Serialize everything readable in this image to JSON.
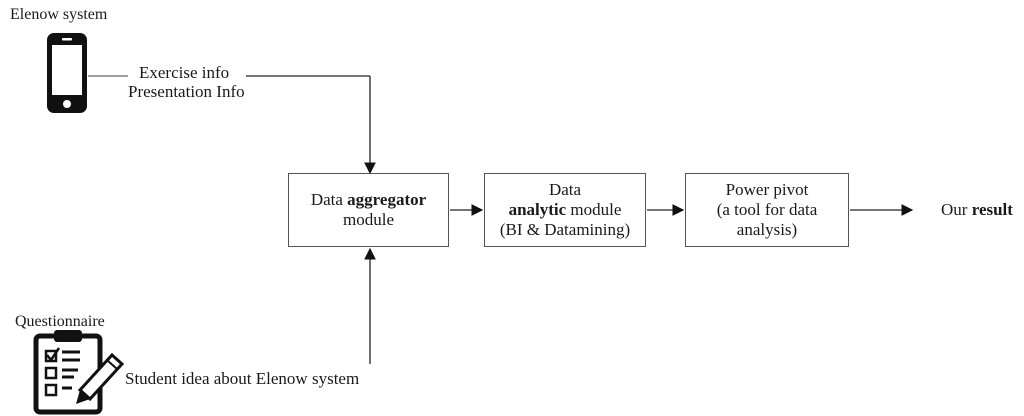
{
  "sources": {
    "phone_label": "Elenow system",
    "phone_output_line1": "Exercise info",
    "phone_output_line2": "Presentation Info",
    "questionnaire_label": "Questionnaire",
    "questionnaire_output": "Student idea about Elenow system"
  },
  "modules": {
    "aggregator": {
      "pre": "Data ",
      "bold": "aggregator",
      "post": "module"
    },
    "analytic": {
      "line1": "Data",
      "bold": "analytic",
      "line2_rest": " module",
      "line3": "(BI & Datamining)"
    },
    "powerpivot": {
      "line1": "Power pivot",
      "line2": "(a tool for data",
      "line3": "analysis)"
    }
  },
  "result": {
    "pre": "Our ",
    "bold": "result"
  },
  "icons": [
    "smartphone-icon",
    "clipboard-checklist-icon",
    "pencil-icon"
  ]
}
